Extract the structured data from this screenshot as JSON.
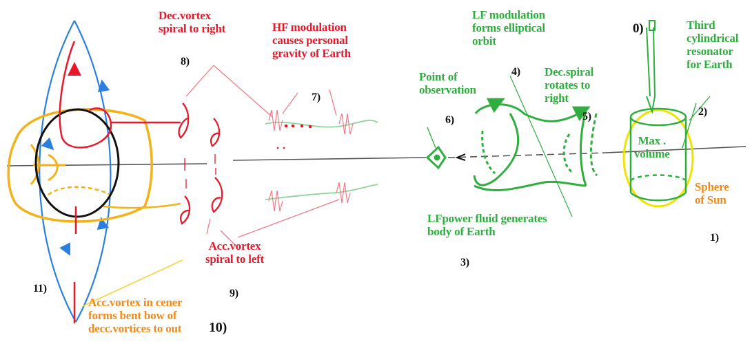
{
  "labels": {
    "dec_vortex": [
      "Dec.vortex",
      "spiral to right"
    ],
    "hf_modulation": [
      "HF modulation",
      "causes personal",
      "gravity of Earth"
    ],
    "lf_modulation": [
      "LF modulation",
      "forms elliptical",
      "orbit"
    ],
    "point_of_observation": [
      "Point of",
      "observation"
    ],
    "dec_spiral": [
      "Dec.spiral",
      "rotates to",
      "right"
    ],
    "third_resonator": [
      "Third",
      "cylindrical",
      "resonator",
      "for Earth"
    ],
    "max_volume": [
      "Max .",
      "volume"
    ],
    "sphere_of_sun": [
      "Sphere",
      "of Sun"
    ],
    "lf_power_fluid": [
      "LFpower fluid generates",
      "body of Earth"
    ],
    "acc_vortex": [
      "Acc.vortex",
      "spiral to left"
    ],
    "acc_vortex_center": [
      "Acc.vortex in cener",
      "forms bent bow of",
      "decc.vortices to out"
    ]
  },
  "numbers": {
    "n0": "0)",
    "n1": "1)",
    "n2": "2)",
    "n3": "3)",
    "n4": "4)",
    "n5": "5)",
    "n6": "6)",
    "n7": "7)",
    "n8": "8)",
    "n9": "9)",
    "n10": "10)",
    "n11": "11)"
  },
  "colors": {
    "red": "#e8182a",
    "green": "#2fae3f",
    "orange": "#f08a1c",
    "blue": "#2a7fe0",
    "yellow": "#f2e200",
    "black": "#111111"
  }
}
